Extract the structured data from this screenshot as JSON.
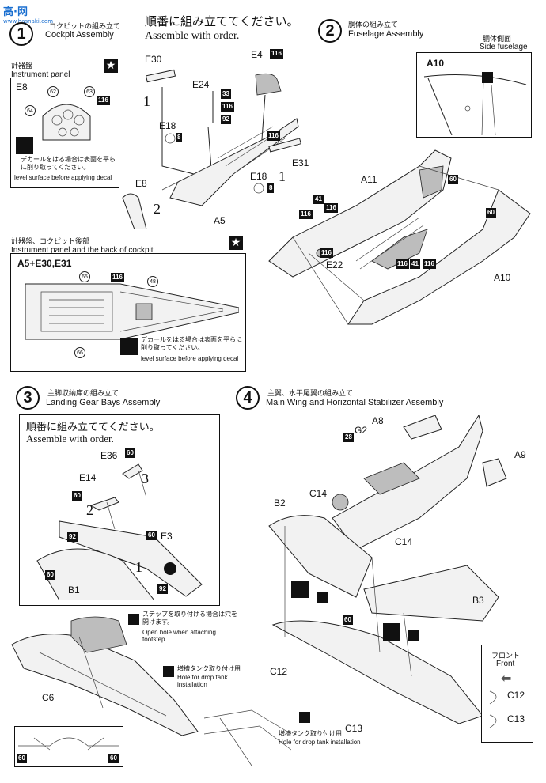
{
  "watermark": {
    "site": "高·网",
    "sub": "www.hasnaki.com"
  },
  "step1": {
    "num": "1",
    "title_jp": "コクピットの組み立て",
    "title_en": "Cockpit Assembly",
    "order_jp": "順番に組み立ててください。",
    "order_en": "Assemble with order.",
    "parts": {
      "e30": "E30",
      "e4": "E4",
      "e24": "E24",
      "e18a": "E18",
      "e18b": "E18",
      "e31": "E31",
      "e8": "E8",
      "a5": "A5"
    },
    "colors": {
      "c116a": "116",
      "c33": "33",
      "c116b": "116",
      "c92": "92",
      "c8a": "8",
      "c8b": "8",
      "c116c": "116"
    },
    "order_nums": {
      "n1": "1",
      "n2": "2",
      "n1b": "1"
    }
  },
  "instrument_panel": {
    "title_jp": "計器盤",
    "title_en": "Instrument panel",
    "part": "E8",
    "callouts": {
      "c62": "62",
      "c63": "63",
      "c64": "64",
      "c116": "116"
    },
    "note_jp": "デカールをはる場合は表面を平らに削り取ってください。",
    "note_en": "level surface before applying decal"
  },
  "panel_back": {
    "title_jp": "計器盤、コクピット後部",
    "title_en": "Instrument panel and the back of cockpit",
    "part": "A5+E30,E31",
    "callouts": {
      "c65": "65",
      "c48": "48",
      "c66": "66",
      "c116": "116"
    },
    "note_jp": "デカールをはる場合は表面を平らに削り取ってください。",
    "note_en": "level surface before applying decal"
  },
  "step2": {
    "num": "2",
    "title_jp": "胴体の組み立て",
    "title_en": "Fuselage Assembly",
    "side_jp": "胴体側面",
    "side_en": "Side fuselage",
    "parts": {
      "a10a": "A10",
      "a11": "A11",
      "e22": "E22",
      "a10b": "A10"
    },
    "colors": {
      "c60a": "60",
      "c60b": "60",
      "c41a": "41",
      "c116a": "116",
      "c116b": "116",
      "c116c": "116",
      "c116d": "116",
      "c41b": "41",
      "c116e": "116"
    }
  },
  "step3": {
    "num": "3",
    "title_jp": "主脚収納庫の組み立て",
    "title_en": "Landing Gear Bays Assembly",
    "order_jp": "順番に組み立ててください。",
    "order_en": "Assemble with order.",
    "parts": {
      "e36": "E36",
      "e14": "E14",
      "e3": "E3",
      "b1": "B1",
      "c6": "C6"
    },
    "colors": {
      "c60a": "60",
      "c60b": "60",
      "c92a": "92",
      "c60c": "60",
      "c60d": "60",
      "c92b": "92",
      "c60e": "60",
      "c60f": "60"
    },
    "order_nums": {
      "n3": "3",
      "n2": "2",
      "n1": "1"
    },
    "footstep_jp": "ステップを取り付ける場合は穴を開けます。",
    "footstep_en": "Open hole when attaching footstep",
    "droptank_jp": "増槽タンク取り付け用",
    "droptank_en": "Hole for drop tank installation"
  },
  "step4": {
    "num": "4",
    "title_jp": "主翼、水平尾翼の組み立て",
    "title_en": "Main Wing and  Horizontal Stabilizer Assembly",
    "parts": {
      "a8": "A8",
      "a9": "A9",
      "g2": "G2",
      "c14a": "C14",
      "c14b": "C14",
      "b2": "B2",
      "b3": "B3",
      "c12": "C12",
      "c13": "C13"
    },
    "colors": {
      "c28": "28",
      "c60": "60"
    },
    "front_jp": "フロント",
    "front_en": "Front",
    "legend": {
      "c12": "C12",
      "c13": "C13"
    },
    "droptank_jp": "増槽タンク取り付け用",
    "droptank_en": "Hole for drop tank installation"
  }
}
